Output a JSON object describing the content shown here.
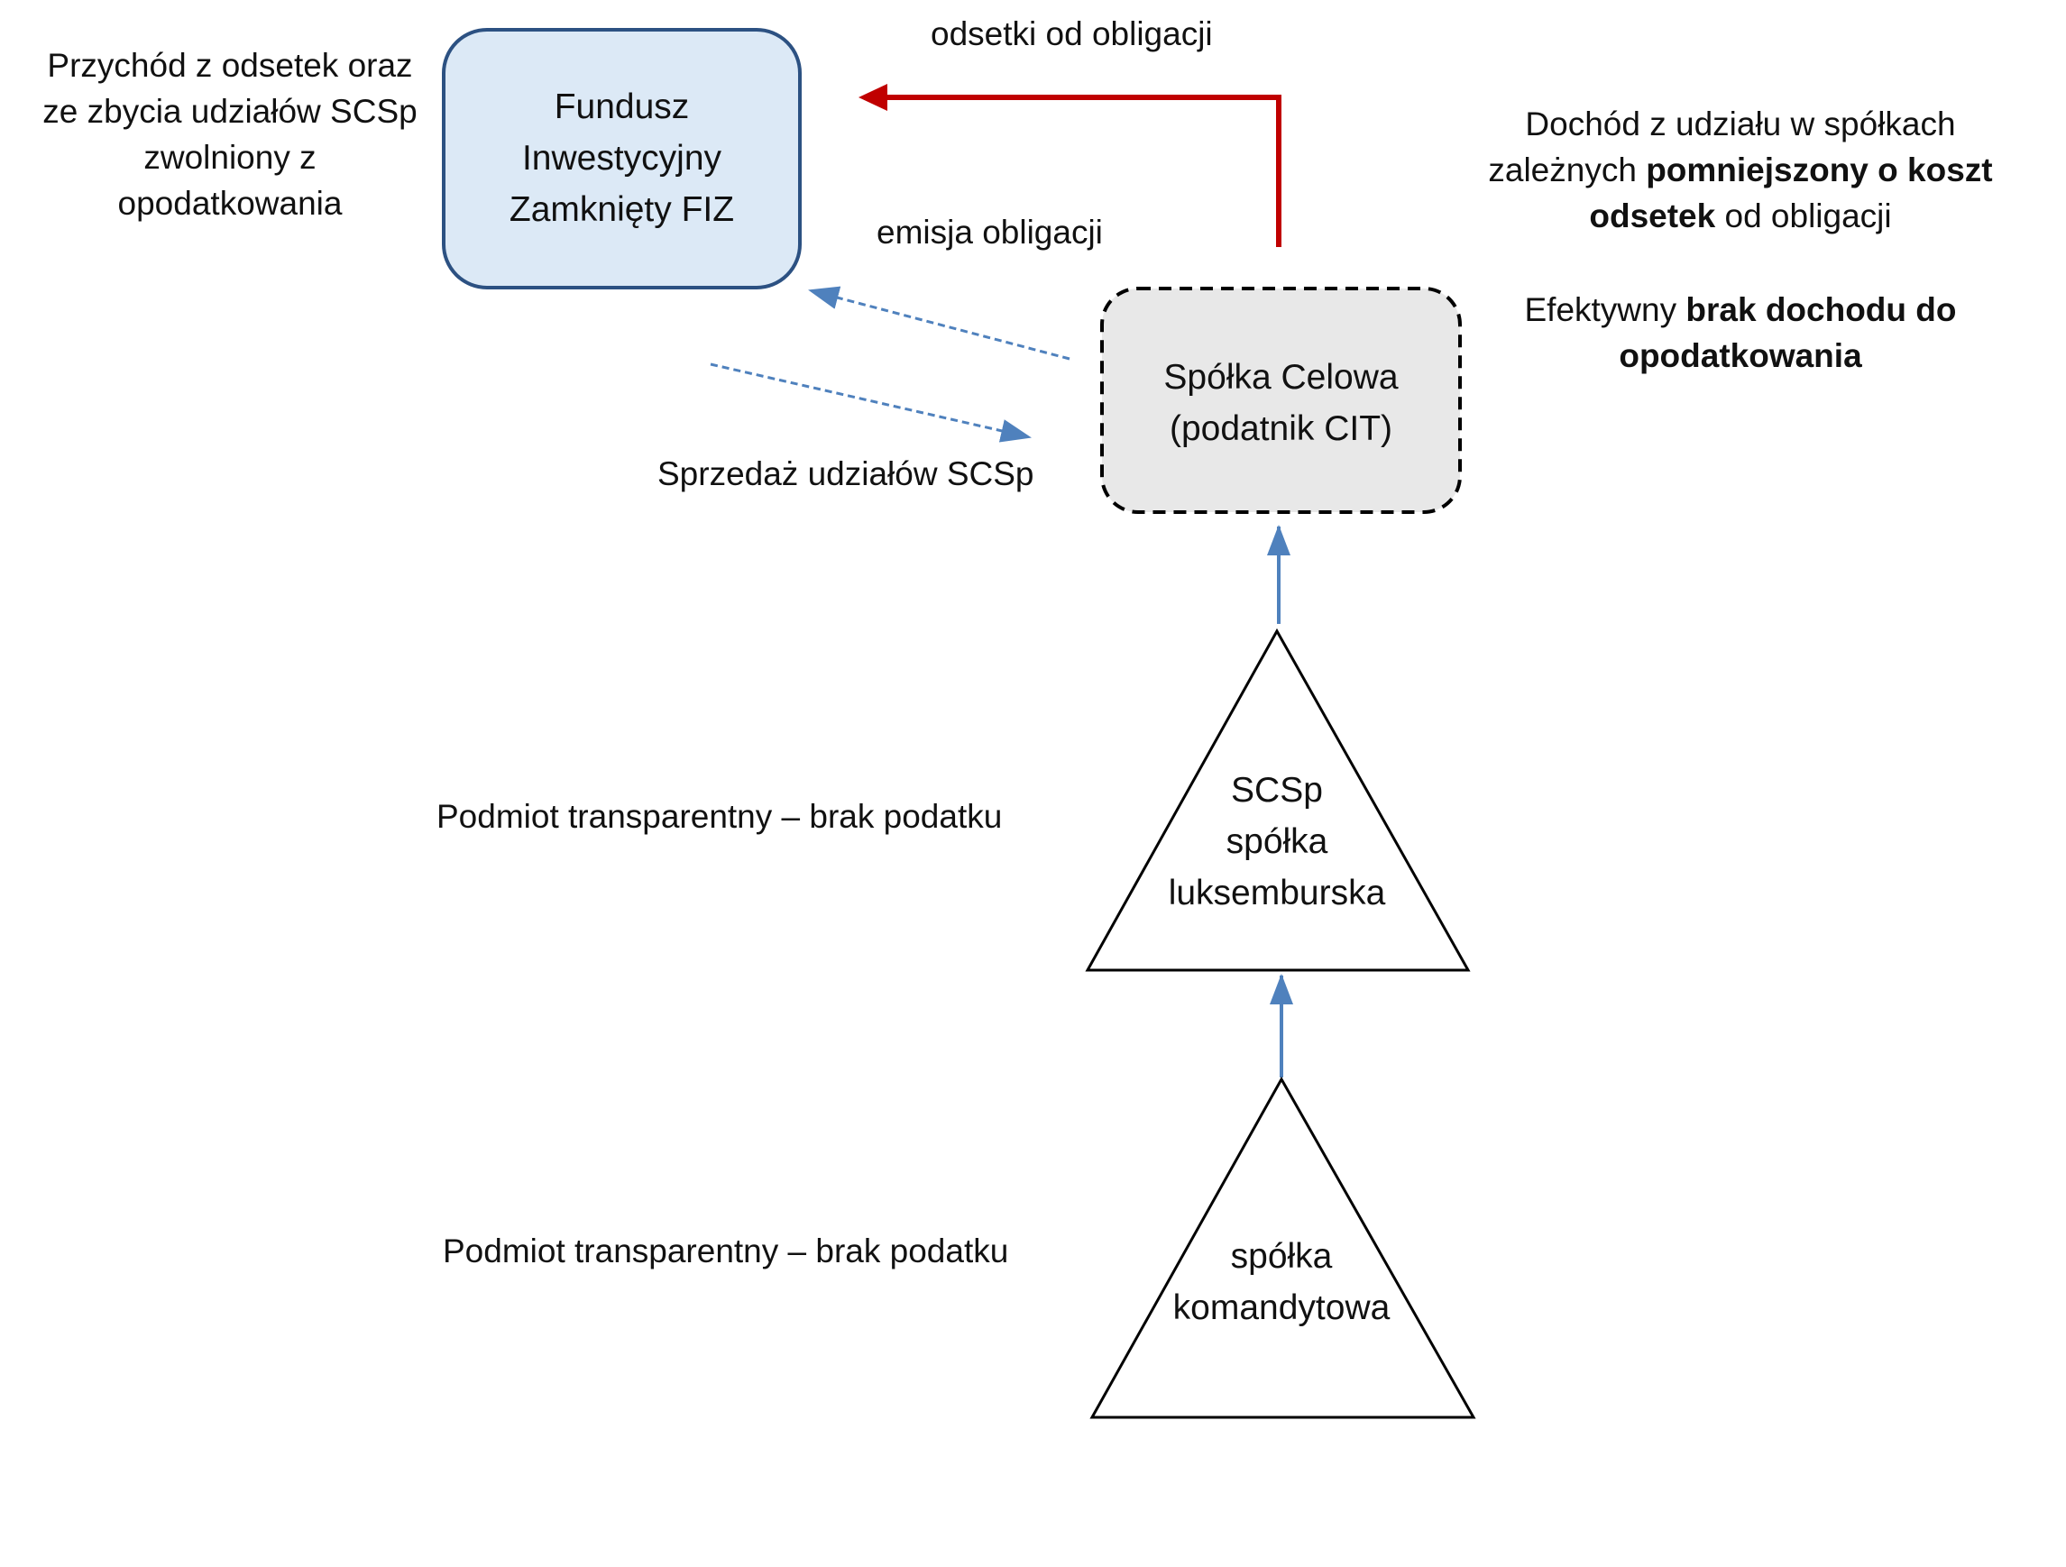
{
  "nodes": {
    "fiz": {
      "lines": [
        "Fundusz",
        "Inwestycyjny",
        "Zamknięty FIZ"
      ]
    },
    "spv": {
      "lines": [
        "Spółka Celowa",
        "(podatnik CIT)"
      ]
    },
    "scsp": {
      "lines": [
        "SCSp",
        "spółka",
        "luksemburska"
      ]
    },
    "sk": {
      "lines": [
        "spółka",
        "komandytowa"
      ]
    }
  },
  "labels": {
    "fiz_note": [
      "Przychód z odsetek oraz",
      "ze zbycia udziałów SCSp",
      "zwolniony z",
      "opodatkowania"
    ],
    "interest": "odsetki od obligacji",
    "bond_issue": "emisja obligacji",
    "share_sale": "Sprzedaż udziałów SCSp",
    "transparent_1": "Podmiot transparentny – brak podatku",
    "transparent_2": "Podmiot transparentny – brak podatku",
    "income_note": {
      "line1": "Dochód z udziału w spółkach",
      "line2_plain": "zależnych ",
      "line2_bold": "pomniejszony o koszt",
      "line3_bold": "odsetek",
      "line3_plain": " od obligacji"
    },
    "effective_note": {
      "line1_plain": "Efektywny ",
      "line1_bold": "brak dochodu do",
      "line2_bold": "opodatkowania"
    }
  },
  "colors": {
    "fiz_fill": "#dce9f6",
    "fiz_border": "#2c5182",
    "spv_fill": "#e8e8e8",
    "interest_arrow": "#c00000",
    "flow_arrow": "#4f81bd",
    "triangle_stroke": "#000000"
  }
}
